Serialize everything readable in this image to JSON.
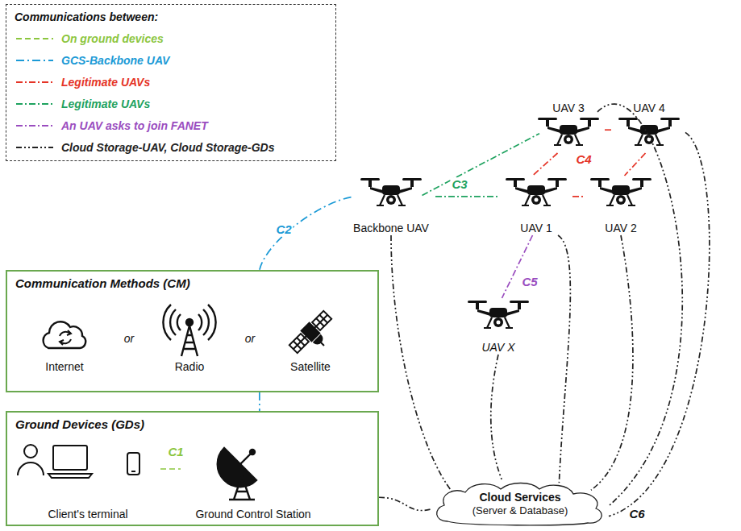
{
  "diagram": {
    "nodes": [
      {
        "text": [
          "UAV 3"
        ]
      },
      {
        "text": [
          "UAV 4"
        ]
      },
      {
        "text": [
          "Backbone UAV"
        ]
      },
      {
        "text": [
          "UAV 1"
        ]
      },
      {
        "text": [
          "UAV 2"
        ]
      },
      {
        "text": [
          "Communication Methods (CM)"
        ]
      },
      {
        "text": [
          "UAV X"
        ]
      },
      {
        "text": [
          "Ground Devices (GDs)"
        ]
      },
      {
        "text": [
          "Client's terminal"
        ],
        "in": 7
      },
      {
        "text": [
          "Ground Control Station"
        ],
        "in": 7
      },
      {
        "text": [
          "Cloud Services",
          "(Server & Database)"
        ]
      }
    ],
    "edges": [
      {
        "from": 8,
        "to": 9,
        "arrow": "none",
        "label": "C1"
      },
      {
        "from": 2,
        "to": 5,
        "arrow": "none",
        "label": "C2"
      },
      {
        "from": 5,
        "to": 7,
        "arrow": "none"
      },
      {
        "from": 2,
        "to": 0,
        "arrow": "none"
      },
      {
        "from": 2,
        "to": 3,
        "arrow": "none",
        "label": "C3"
      },
      {
        "from": 0,
        "to": 1,
        "arrow": "none"
      },
      {
        "from": 0,
        "to": 3,
        "arrow": "none"
      },
      {
        "from": 3,
        "to": 4,
        "arrow": "none"
      },
      {
        "from": 1,
        "to": 4,
        "arrow": "none"
      },
      {
        "from": 3,
        "to": 6,
        "arrow": "none",
        "label": "C5"
      },
      {
        "from": 2,
        "to": 10,
        "arrow": "none"
      },
      {
        "from": 3,
        "to": 10,
        "arrow": "none"
      },
      {
        "from": 4,
        "to": 10,
        "arrow": "none"
      },
      {
        "from": 0,
        "to": 10,
        "arrow": "none"
      },
      {
        "from": 1,
        "to": 10,
        "arrow": "none"
      },
      {
        "from": 6,
        "to": 10,
        "arrow": "none"
      },
      {
        "from": 7,
        "to": 10,
        "arrow": "none"
      }
    ],
    "labels": [
      "Communications between:",
      "Internet",
      "or",
      "Radio",
      "or",
      "Satellite",
      "C4",
      "C6"
    ],
    "legend": [
      {
        "text": "On ground devices"
      },
      {
        "text": "GCS-Backbone UAV"
      },
      {
        "text": "Legitimate UAVs"
      },
      {
        "text": "Legitimate UAVs"
      },
      {
        "text": "An UAV asks to join FANET"
      },
      {
        "text": "Cloud Storage-UAV, Cloud Storage-GDs"
      }
    ]
  }
}
